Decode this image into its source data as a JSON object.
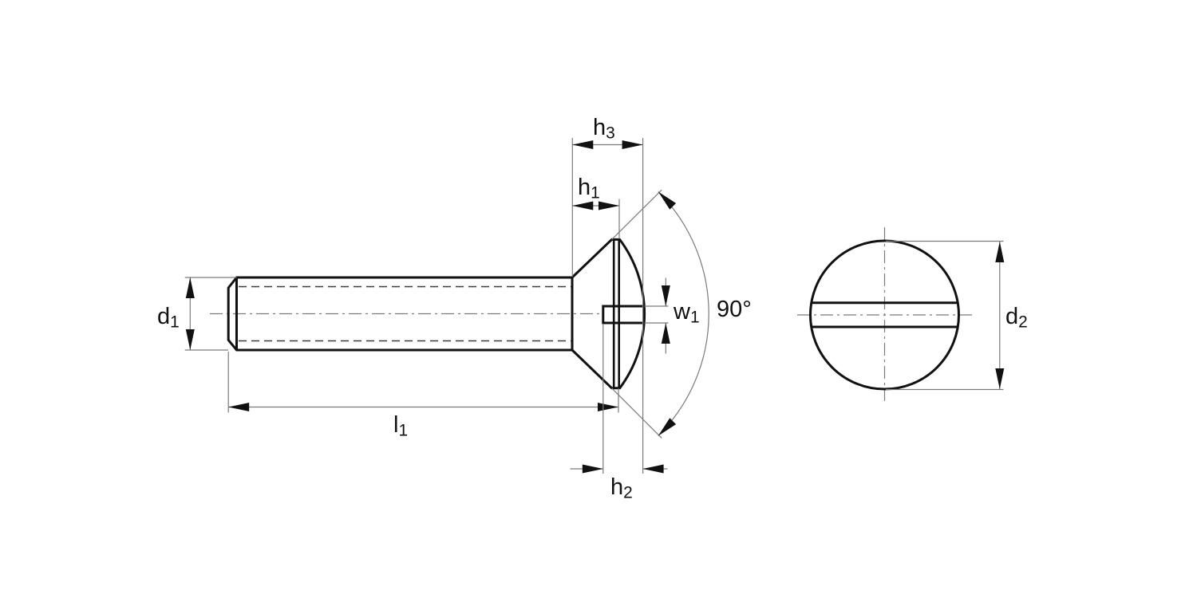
{
  "drawing": {
    "type": "technical-drawing",
    "subject": "raised-countersunk-slotted-screw",
    "colors": {
      "outline": "#111111",
      "thin": "#7b7b7b",
      "dash": "#3a3a3a",
      "label": "#111111",
      "background": "#ffffff"
    },
    "labels": {
      "h3": {
        "base": "h",
        "sub": "3"
      },
      "h1": {
        "base": "h",
        "sub": "1"
      },
      "d1": {
        "base": "d",
        "sub": "1"
      },
      "w1": {
        "base": "w",
        "sub": "1"
      },
      "angle": {
        "text": "90°"
      },
      "l1": {
        "base": "l",
        "sub": "1"
      },
      "h2": {
        "base": "h",
        "sub": "2"
      },
      "d2": {
        "base": "d",
        "sub": "2"
      }
    }
  }
}
